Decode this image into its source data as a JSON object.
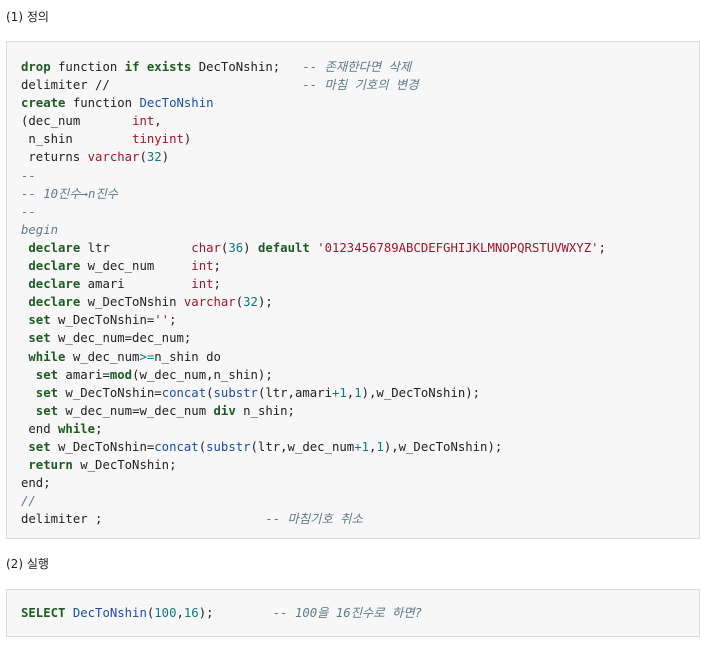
{
  "headings": {
    "definition": "(1) 정의",
    "execution": "(2) 실행"
  },
  "code_def": {
    "l1_kw1": "drop",
    "l1_t1": " function ",
    "l1_kw2": "if",
    "l1_t2": " ",
    "l1_kw3": "exists",
    "l1_t3": " DecToNshin;   ",
    "l1_cm": "-- 존재한다면 삭제",
    "l2_t1": "delimiter //                          ",
    "l2_cm": "-- 마침 기호의 변경",
    "l3_kw": "create",
    "l3_t1": " function ",
    "l3_fn": "DecToNshin",
    "l4_t1": "(dec_num       ",
    "l4_ty": "int",
    "l4_t2": ",",
    "l5_t1": " n_shin        ",
    "l5_ty": "tinyint",
    "l5_t2": ")",
    "l6_t1": " returns ",
    "l6_ty": "varchar",
    "l6_t2": "(",
    "l6_num": "32",
    "l6_t3": ")",
    "l7_cm": "--",
    "l8_cm": "-- 10진수→n진수",
    "l9_cm": "--",
    "l10_cm": "begin",
    "l11_kw": " declare",
    "l11_t1": " ltr           ",
    "l11_ty": "char",
    "l11_t2": "(",
    "l11_num": "36",
    "l11_t3": ") ",
    "l11_kw2": "default",
    "l11_t4": " ",
    "l11_str": "'0123456789ABCDEFGHIJKLMNOPQRSTUVWXYZ'",
    "l11_t5": ";",
    "l12_kw": " declare",
    "l12_t1": " w_dec_num     ",
    "l12_ty": "int",
    "l12_t2": ";",
    "l13_kw": " declare",
    "l13_t1": " amari         ",
    "l13_ty": "int",
    "l13_t2": ";",
    "l14_kw": " declare",
    "l14_t1": " w_DecToNshin ",
    "l14_ty": "varchar",
    "l14_t2": "(",
    "l14_num": "32",
    "l14_t3": ");",
    "l15_kw": " set",
    "l15_t1": " w_DecToNshin=",
    "l15_str": "''",
    "l15_t2": ";",
    "l16_kw": " set",
    "l16_t1": " w_dec_num=dec_num;",
    "l17_kw": " while",
    "l17_t1": " w_dec_num",
    "l17_op": ">=",
    "l17_t2": "n_shin do",
    "l18_kw": "  set",
    "l18_t1": " amari=",
    "l18_kw2": "mod",
    "l18_t2": "(w_dec_num,n_shin);",
    "l19_kw": "  set",
    "l19_t1": " w_DecToNshin=",
    "l19_fn": "concat",
    "l19_t2": "(",
    "l19_fn2": "substr",
    "l19_t3": "(ltr,amari",
    "l19_op": "+",
    "l19_num": "1",
    "l19_t4": ",",
    "l19_num2": "1",
    "l19_t5": "),w_DecToNshin);",
    "l20_kw": "  set",
    "l20_t1": " w_dec_num=w_dec_num ",
    "l20_kw2": "div",
    "l20_t2": " n_shin;",
    "l21_t1": " end ",
    "l21_kw": "while",
    "l21_t2": ";",
    "l22_kw": " set",
    "l22_t1": " w_DecToNshin=",
    "l22_fn": "concat",
    "l22_t2": "(",
    "l22_fn2": "substr",
    "l22_t3": "(ltr,w_dec_num",
    "l22_op": "+",
    "l22_num": "1",
    "l22_t4": ",",
    "l22_num2": "1",
    "l22_t5": "),w_DecToNshin);",
    "l23_kw": " return",
    "l23_t1": " w_DecToNshin;",
    "l24_t1": "end;",
    "l25_cm": "//",
    "l26_t1": "delimiter ;                      ",
    "l26_cm": "-- 마침기호 취소"
  },
  "code_exec": {
    "kw": "SELECT",
    "t1": " ",
    "fn": "DecToNshin",
    "t2": "(",
    "num1": "100",
    "t3": ",",
    "num2": "16",
    "t4": ");        ",
    "cm": "-- 100을 16진수로 하면?"
  },
  "colors": {
    "keyword": "#1d5b22",
    "function": "#1c4dab",
    "type_string": "#a0162a",
    "number": "#0a7a7a",
    "comment": "#5e7b8a",
    "code_bg": "#f7f7f7"
  }
}
